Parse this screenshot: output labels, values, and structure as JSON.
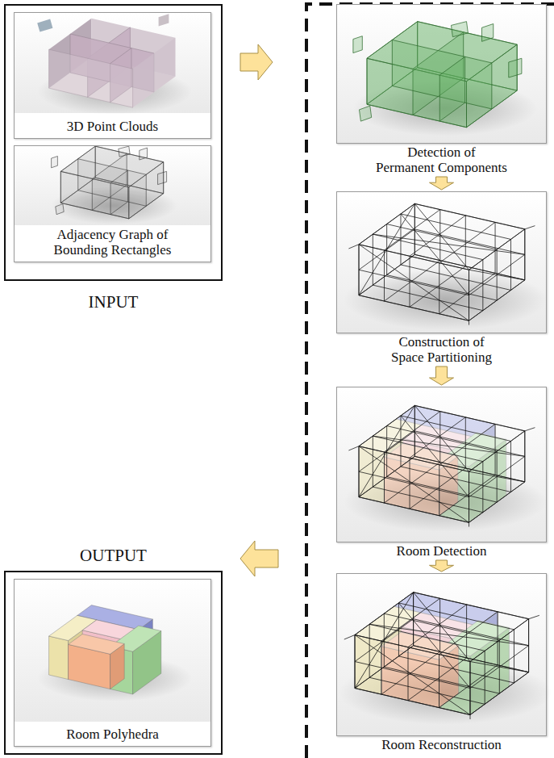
{
  "diagram": {
    "nodes": [
      {
        "text": [
          "INPUT"
        ]
      },
      {
        "text": [
          "3D Point Clouds"
        ],
        "in": 0
      },
      {
        "text": [
          "Adjacency Graph of Bounding Rectangles"
        ],
        "in": 0
      },
      {
        "text": [
          "Detection of Permanent Components"
        ]
      },
      {
        "text": [
          "Construction of Space Partitioning"
        ]
      },
      {
        "text": [
          "Room Detection"
        ]
      },
      {
        "text": [
          "Room Reconstruction"
        ]
      },
      {
        "text": [
          "OUTPUT"
        ]
      },
      {
        "text": [
          "Room Polyhedra"
        ],
        "in": 7
      }
    ],
    "edges": [
      {
        "from": 0,
        "to": 3,
        "arrow": "to"
      },
      {
        "from": 3,
        "to": 4,
        "arrow": "to"
      },
      {
        "from": 4,
        "to": 5,
        "arrow": "to"
      },
      {
        "from": 5,
        "to": 6,
        "arrow": "to"
      },
      {
        "from": 6,
        "to": 7,
        "arrow": "to"
      }
    ]
  }
}
